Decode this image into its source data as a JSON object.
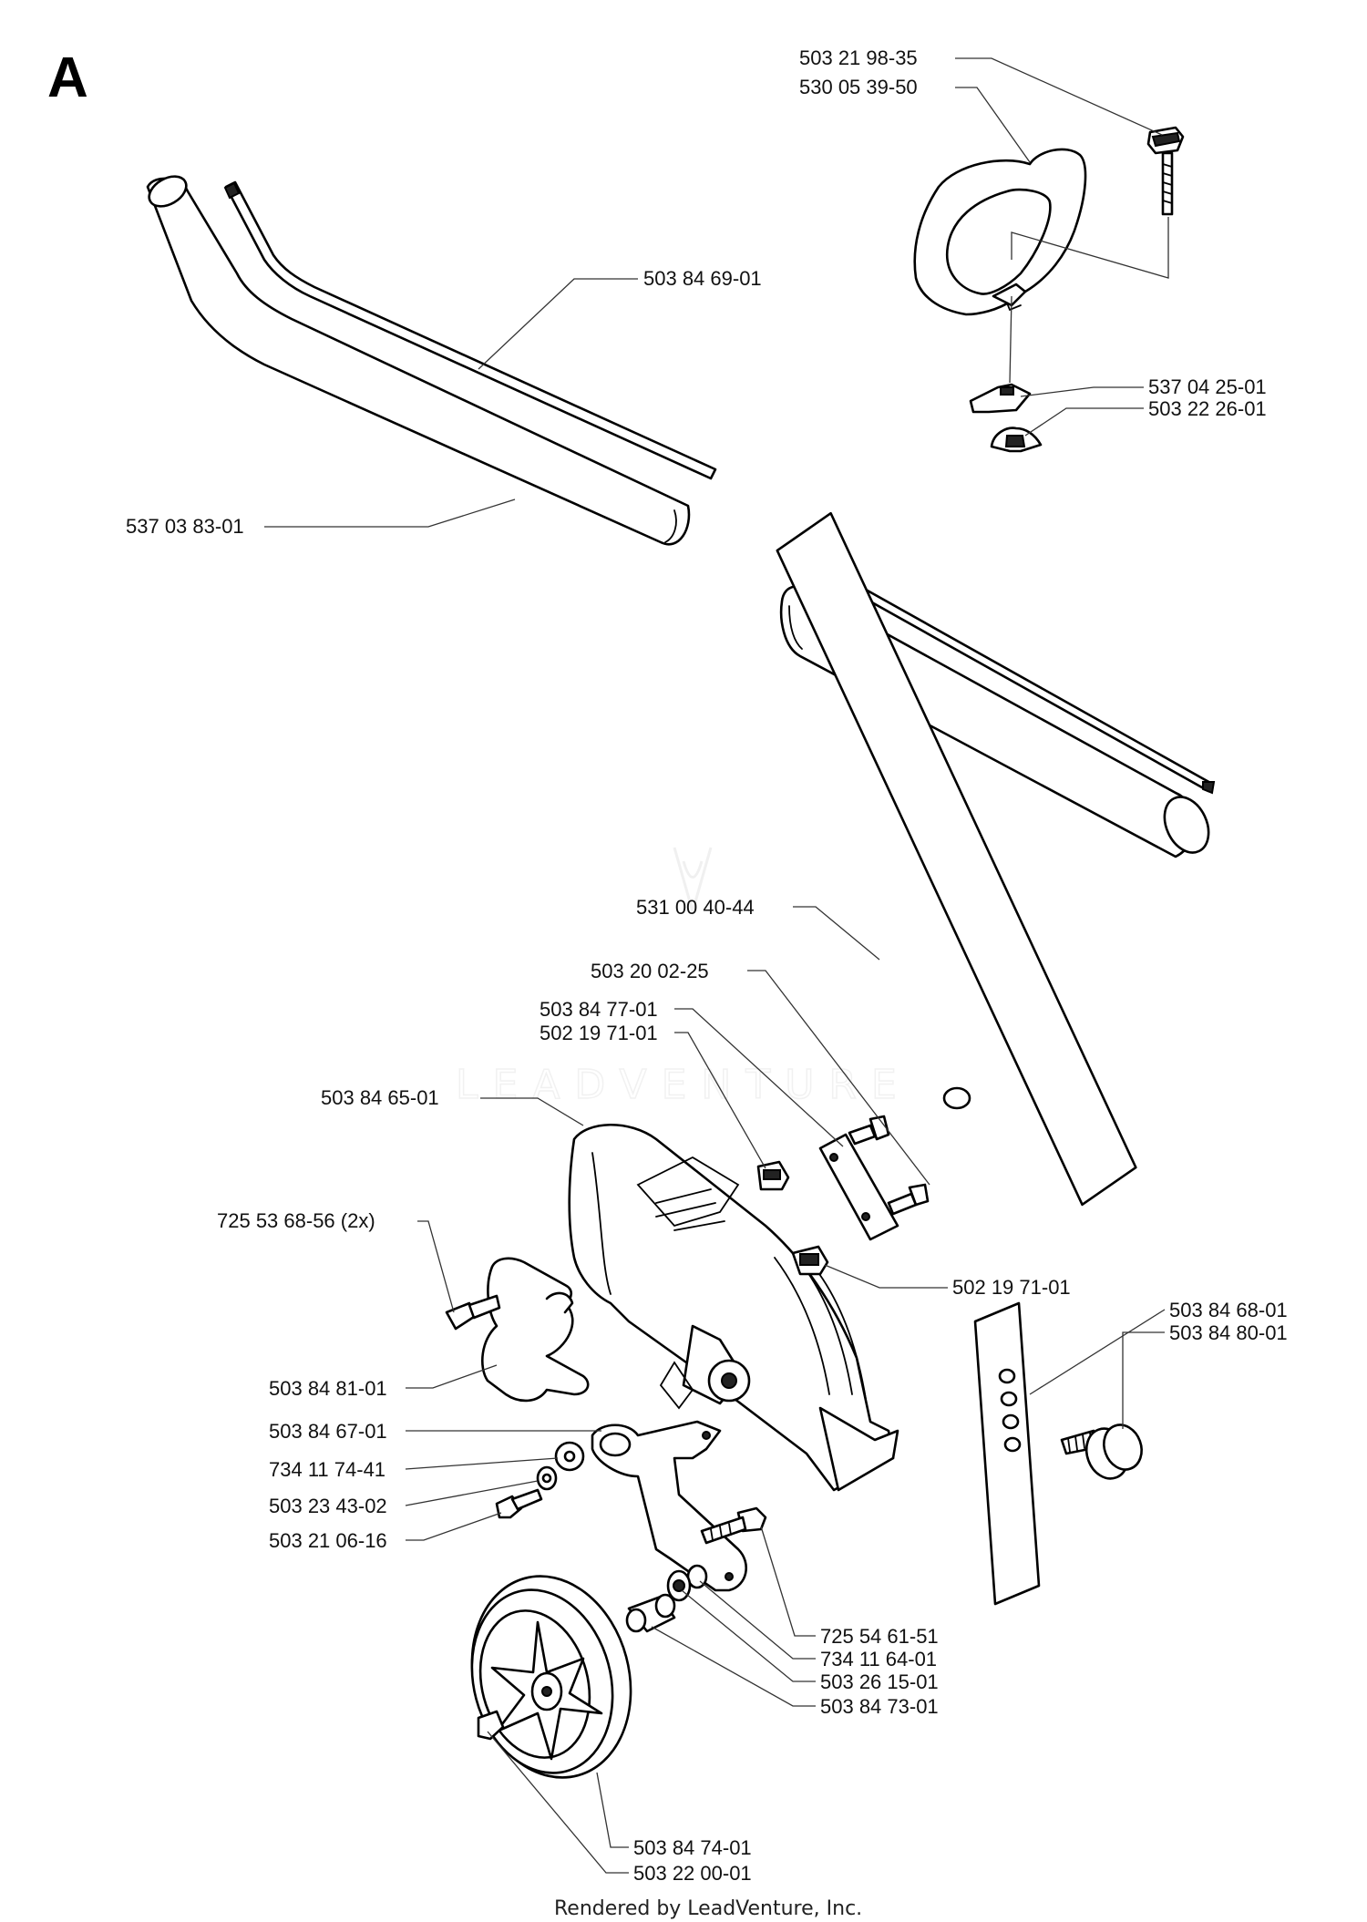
{
  "section_letter": "A",
  "footer": "Rendered by LeadVenture, Inc.",
  "watermark": "LEADVENTURE",
  "labels": [
    {
      "id": "503-21-98-35",
      "text": "503 21 98-35"
    },
    {
      "id": "530-05-39-50",
      "text": "530 05 39-50"
    },
    {
      "id": "503-84-69-01",
      "text": "503 84 69-01"
    },
    {
      "id": "537-04-25-01",
      "text": "537 04 25-01"
    },
    {
      "id": "503-22-26-01",
      "text": "503 22 26-01"
    },
    {
      "id": "537-03-83-01",
      "text": "537 03 83-01"
    },
    {
      "id": "531-00-40-44",
      "text": "531 00 40-44"
    },
    {
      "id": "503-20-02-25",
      "text": "503 20 02-25"
    },
    {
      "id": "503-84-77-01",
      "text": "503 84 77-01"
    },
    {
      "id": "502-19-71-01-a",
      "text": "502 19 71-01"
    },
    {
      "id": "503-84-65-01",
      "text": "503 84 65-01"
    },
    {
      "id": "725-53-68-56",
      "text": "725 53 68-56 (2x)"
    },
    {
      "id": "502-19-71-01-b",
      "text": "502 19 71-01"
    },
    {
      "id": "503-84-68-01",
      "text": "503 84 68-01"
    },
    {
      "id": "503-84-80-01",
      "text": "503 84 80-01"
    },
    {
      "id": "503-84-81-01",
      "text": "503 84 81-01"
    },
    {
      "id": "503-84-67-01",
      "text": "503 84 67-01"
    },
    {
      "id": "734-11-74-41",
      "text": "734 11 74-41"
    },
    {
      "id": "503-23-43-02",
      "text": "503 23 43-02"
    },
    {
      "id": "503-21-06-16",
      "text": "503 21 06-16"
    },
    {
      "id": "725-54-61-51",
      "text": "725 54 61-51"
    },
    {
      "id": "734-11-64-01",
      "text": "734 11 64-01"
    },
    {
      "id": "503-26-15-01",
      "text": "503 26 15-01"
    },
    {
      "id": "503-84-73-01",
      "text": "503 84 73-01"
    },
    {
      "id": "503-84-74-01",
      "text": "503 84 74-01"
    },
    {
      "id": "503-22-00-01",
      "text": "503 22 00-01"
    }
  ]
}
